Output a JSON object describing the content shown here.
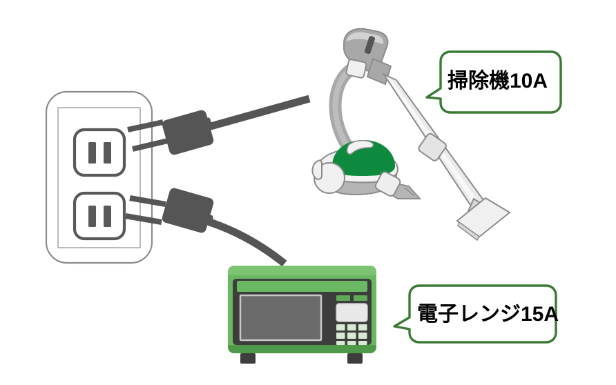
{
  "illustration": {
    "title": "Electrical outlet with vacuum cleaner and microwave oven plugged in",
    "background_color": "#ffffff"
  },
  "outlet": {
    "name": "duplex-wall-outlet",
    "plate_color": "#ffffff",
    "plate_border_color": "#8c8c8c",
    "inner_border_color": "#b5b5b5",
    "socket_border_color": "#595959",
    "slot_color": "#595959",
    "sockets": [
      {
        "label": "upper-socket",
        "slots": 2
      },
      {
        "label": "lower-socket",
        "slots": 2
      }
    ]
  },
  "plugs": [
    {
      "name": "vacuum-plug",
      "color": "#555555",
      "connects_to": "upper-socket"
    },
    {
      "name": "microwave-plug",
      "color": "#555555",
      "connects_to": "lower-socket"
    }
  ],
  "appliances": [
    {
      "name": "vacuum-cleaner",
      "body_color": "#0d8a3e",
      "shell_color": "#a8a8a8",
      "hose_color": "#ececec",
      "outline_color": "#8c8c8c",
      "current": "10A"
    },
    {
      "name": "microwave-oven",
      "body_color": "#6ab861",
      "body_shade_color": "#51a24c",
      "panel_color": "#3d3d3d",
      "window_color": "#6b6b6b",
      "window_frame_color": "#c9c9c9",
      "keypad_color": "#d8ead2",
      "display_color": "#e8e8e8",
      "current": "15A"
    }
  ],
  "callouts": [
    {
      "id": "callout-vacuum",
      "text": "掃除機10A",
      "border_color": "#3b7a34",
      "fill_color": "#ffffff",
      "text_color": "#000000",
      "points_to": "vacuum-cleaner"
    },
    {
      "id": "callout-microwave",
      "text": "電子レンジ15A",
      "border_color": "#3b7a34",
      "fill_color": "#ffffff",
      "text_color": "#000000",
      "points_to": "microwave-oven"
    }
  ],
  "colors": {
    "accent_green_dark": "#0d8a3e",
    "accent_green_mid": "#6ab861",
    "callout_border": "#3b7a34",
    "plug_gray": "#555555",
    "outline_gray": "#8c8c8c"
  }
}
